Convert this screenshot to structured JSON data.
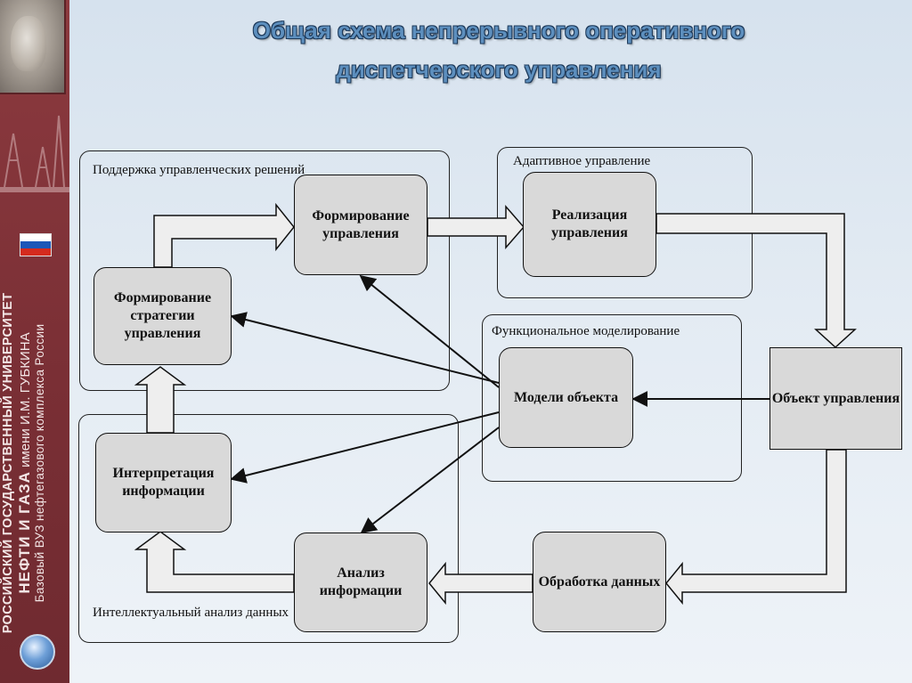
{
  "title": {
    "line1": "Общая схема непрерывного оперативного",
    "line2": "диспетчерского управления"
  },
  "sidebar": {
    "university_line1": "РОССИЙСКИЙ ГОСУДАРСТВЕННЫЙ УНИВЕРСИТЕТ",
    "university_name_bold": "НЕФТИ И ГАЗА",
    "university_name_rest": "имени И.М. ГУБКИНА",
    "university_line3": "Базовый ВУЗ нефтегазового комплекса  России",
    "flag_colors": [
      "#ffffff",
      "#1c57b8",
      "#d52b1e"
    ]
  },
  "groups": {
    "decision_support": "Поддержка управленческих решений",
    "adaptive_control": "Адаптивное управление",
    "functional_modeling": "Функциональное моделирование",
    "intelligent_analysis": "Интеллектуальный анализ данных"
  },
  "nodes": {
    "formation_control": "Формирование управления",
    "realization_control": "Реализация управления",
    "strategy_formation": "Формирование стратегии управления",
    "object_models": "Модели объекта",
    "control_object": "Объект управления",
    "info_interpretation": "Интерпретация информации",
    "info_analysis": "Анализ информации",
    "data_processing": "Обработка данных"
  },
  "colors": {
    "node_fill": "#d9d9d9",
    "border": "#111111",
    "title_fill": "#5d8fbe",
    "sidebar": "#7a2f35"
  }
}
